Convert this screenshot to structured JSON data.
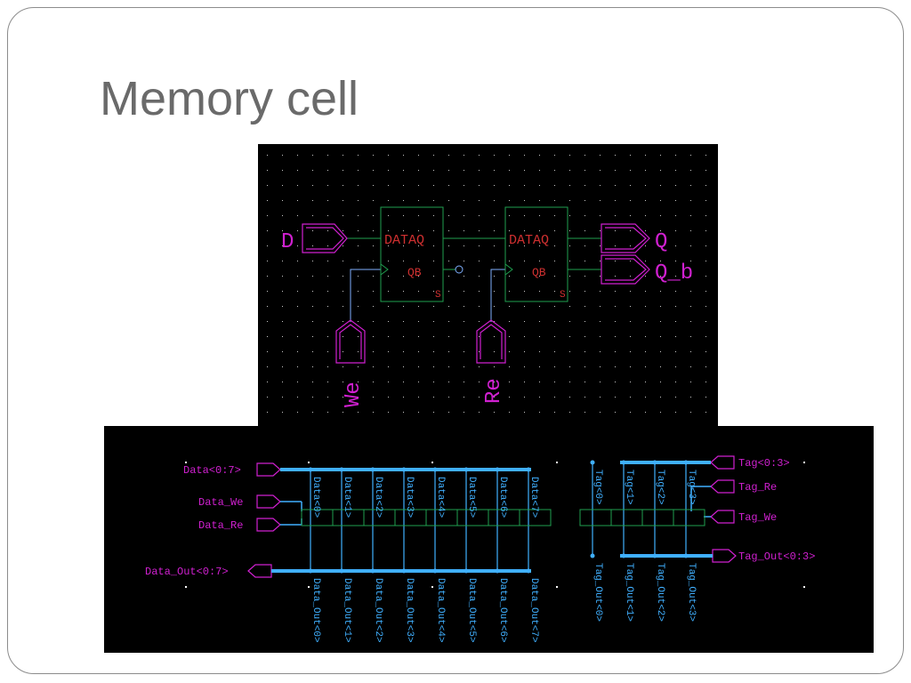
{
  "slide": {
    "title": "Memory cell"
  },
  "top_schematic": {
    "pins": {
      "d": "D",
      "q": "Q",
      "q_b": "Q_b",
      "we": "We",
      "re": "Re"
    },
    "flip_flops": [
      {
        "data_label": "DATAQ",
        "qb_label": "QB",
        "s_label": "S"
      },
      {
        "data_label": "DATAQ",
        "qb_label": "QB",
        "s_label": "S"
      }
    ]
  },
  "bottom_schematic": {
    "pins": {
      "data_in": "Data<0:7>",
      "data_we": "Data_We",
      "data_re": "Data_Re",
      "data_out": "Data_Out<0:7>",
      "tag_in": "Tag<0:3>",
      "tag_re": "Tag_Re",
      "tag_we": "Tag_We",
      "tag_out": "Tag_Out<0:3>"
    },
    "data_bits": [
      "Data<0>",
      "Data<1>",
      "Data<2>",
      "Data<3>",
      "Data<4>",
      "Data<5>",
      "Data<6>",
      "Data<7>"
    ],
    "data_out_bits": [
      "Data_Out<0>",
      "Data_Out<1>",
      "Data_Out<2>",
      "Data_Out<3>",
      "Data_Out<4>",
      "Data_Out<5>",
      "Data_Out<6>",
      "Data_Out<7>"
    ],
    "tag_bits": [
      "Tag<0>",
      "Tag<1>",
      "Tag<2>",
      "Tag<3>"
    ],
    "tag_out_bits": [
      "Tag_Out<0>",
      "Tag_Out<1>",
      "Tag_Out<2>",
      "Tag_Out<3>"
    ]
  },
  "colors": {
    "background": "#000000",
    "wire_green": "#20a050",
    "pin_magenta": "#d020d0",
    "label_red": "#d03030",
    "bus_cyan": "#40b0ff",
    "dot_grid": "#c8c8c8"
  }
}
